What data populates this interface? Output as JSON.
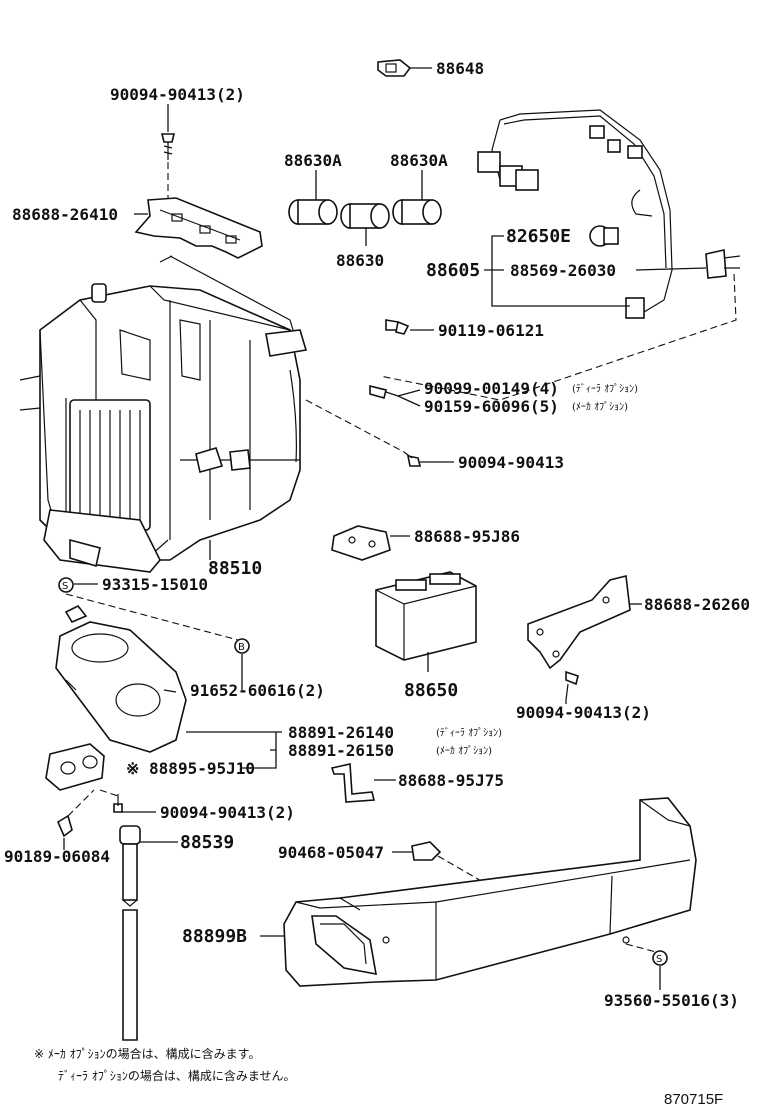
{
  "parts": {
    "p88648": "88648",
    "p90094_90413_2_top": "90094-90413(2)",
    "p88688_26410": "88688-26410",
    "p88630A_1": "88630A",
    "p88630A_2": "88630A",
    "p88630": "88630",
    "p82650E": "82650E",
    "p88605": "88605",
    "p88569_26030": "88569-26030",
    "p90119_06121": "90119-06121",
    "p90099_00149": "90099-00149(4)",
    "p90099_00149_note": "(ﾃﾞｨｰﾗ ｵﾌﾟｼｮﾝ)",
    "p90159_60096": "90159-60096(5)",
    "p90159_60096_note": "(ﾒｰｶ ｵﾌﾟｼｮﾝ)",
    "p90094_90413_mid": "90094-90413",
    "p88510": "88510",
    "p88688_95J86": "88688-95J86",
    "p93315_15010": "93315-15010",
    "p88688_26260": "88688-26260",
    "p91652_60616": "91652-60616(2)",
    "p88650": "88650",
    "p90094_90413_right": "90094-90413(2)",
    "p88891_26140": "88891-26140",
    "p88891_26140_note": "(ﾃﾞｨｰﾗ ｵﾌﾟｼｮﾝ)",
    "p88891_26150": "88891-26150",
    "p88891_26150_note": "(ﾒｰｶ ｵﾌﾟｼｮﾝ)",
    "p88895_95J10": "※ 88895-95J10",
    "p88688_95J75": "88688-95J75",
    "p90094_90413_low": "90094-90413(2)",
    "p90189_06084": "90189-06084",
    "p88539": "88539",
    "p90468_05047": "90468-05047",
    "p88899B": "88899B",
    "p93560_55016": "93560-55016(3)"
  },
  "symbols": {
    "s_marker": "S",
    "b_marker": "B"
  },
  "footnote": {
    "line1": "※ ﾒｰｶ ｵﾌﾟｼｮﾝの場合は、構成に含みます。",
    "line2": "ﾃﾞｨｰﾗ ｵﾌﾟｼｮﾝの場合は、構成に含みません。"
  },
  "figure_code": "870715F"
}
